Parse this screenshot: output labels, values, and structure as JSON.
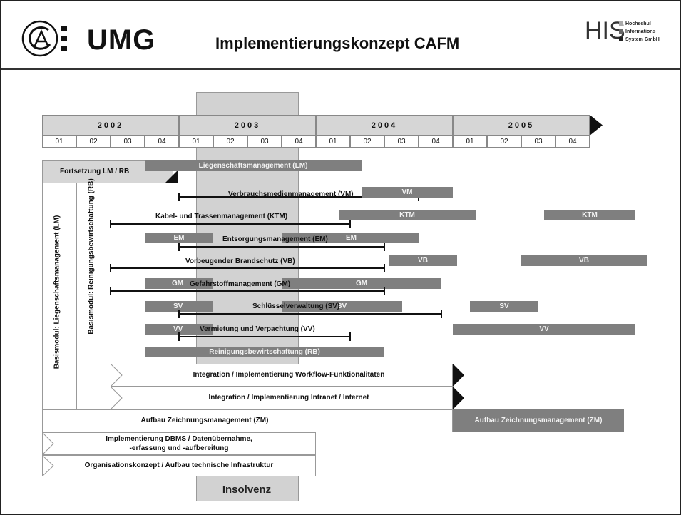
{
  "header": {
    "title": "Implementierungskonzept CAFM",
    "logo_left_text": "UMG",
    "logo_right_text": "HIS",
    "logo_right_lines": [
      "Hochschul",
      "Informations",
      "System GmbH"
    ]
  },
  "timeline": {
    "years": [
      "2002",
      "2003",
      "2004",
      "2005"
    ],
    "quarters": [
      "01",
      "02",
      "03",
      "04"
    ]
  },
  "overlay": {
    "insolvenz_label": "Insolvenz"
  },
  "fortsetzung_label": "Fortsetzung LM / RB",
  "vertical_labels": {
    "lm": "Basismodul: Liegenschaftsmanagement (LM)",
    "rb": "Basismodul: Reinigungsbewirtschaftung (RB)"
  },
  "bars": {
    "lm": "Liegenschaftsmanagement (LM)",
    "vm": "VM",
    "ktm1": "KTM",
    "ktm2": "KTM",
    "em1": "EM",
    "em2": "EM",
    "vb1": "VB",
    "vb2": "VB",
    "gm1": "GM",
    "gm2": "GM",
    "sv1": "SV",
    "sv2": "SV",
    "vv1": "VV",
    "vv2": "VV",
    "rb": "Reinigungsbewirtschaftung (RB)",
    "zm_right": "Aufbau Zeichnungsmanagement (ZM)"
  },
  "line_labels": {
    "vm": "Verbrauchsmedienmanagement (VM)",
    "ktm": "Kabel- und Trassenmanagement (KTM)",
    "em": "Entsorgungsmanagement (EM)",
    "vb": "Vorbeugender Brandschutz (VB)",
    "gm": "Gefahrstoffmanagement (GM)",
    "sv": "Schlüsselverwaltung (SV)",
    "vv": "Vermietung und Verpachtung (VV)"
  },
  "rows": {
    "workflow": "Integration / Implementierung Workflow-Funktionalitäten",
    "intranet": "Integration / Implementierung Intranet / Internet",
    "zm": "Aufbau Zeichnungsmanagement (ZM)",
    "dbms_line1": "Implementierung DBMS / Datenübernahme,",
    "dbms_line2": "-erfassung und -aufbereitung",
    "org": "Organisationskonzept / Aufbau technische Infrastruktur"
  },
  "colors": {
    "bar_fill": "#7f7f7f",
    "insolvenz_fill": "#d2d2d2",
    "timeline_fill": "#d6d6d6",
    "arrow": "#111111"
  }
}
